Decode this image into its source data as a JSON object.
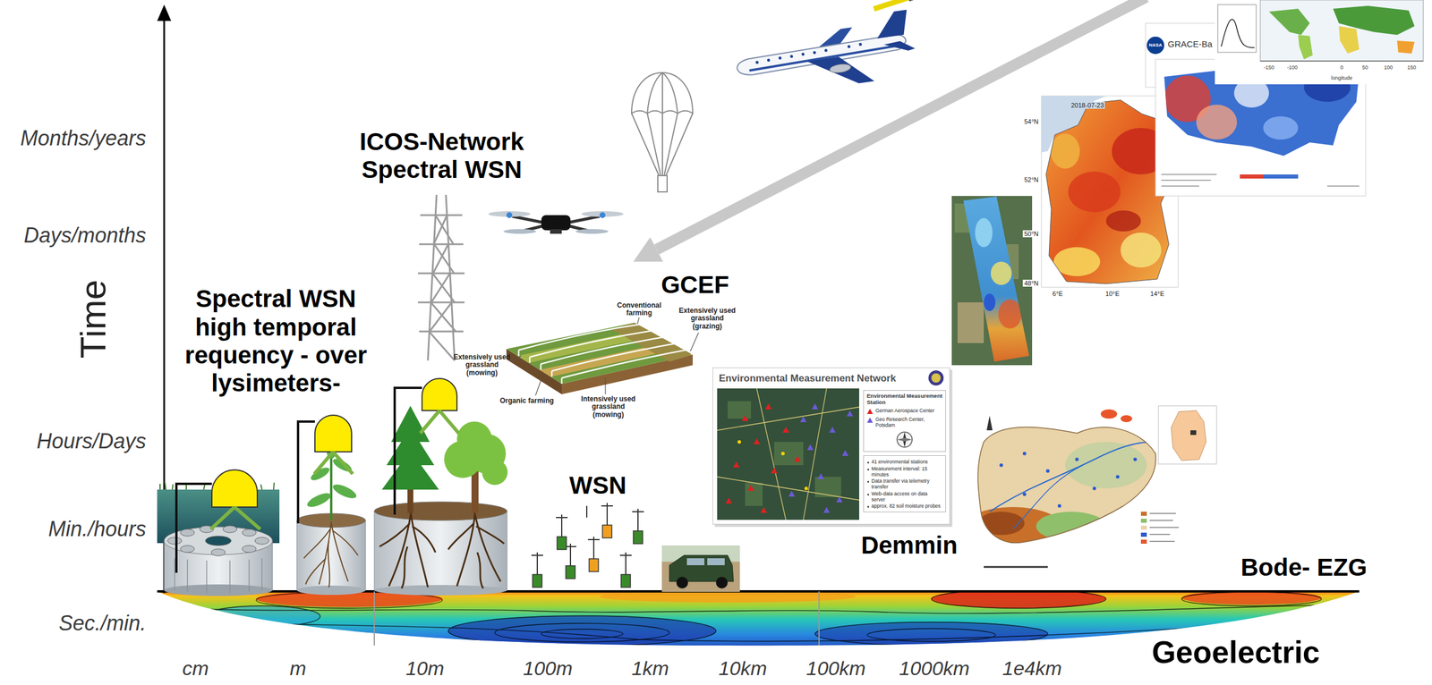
{
  "diagram": {
    "nodes": [
      {
        "text": [
          "Environmental Measurement Network"
        ]
      },
      {
        "text": [
          "Environmental Measurement Station"
        ],
        "in": 0
      },
      {
        "text": [
          "41 environmental stations",
          "Measurement interval: 15 minutes",
          "Data transfer via telemetry transfer",
          "Web-data access on data server",
          "approx. 82 soil moisture probes"
        ],
        "in": 0
      }
    ],
    "labels": [
      "Months/years",
      "Days/months",
      "Hours/Days",
      "Min./hours",
      "Sec./min.",
      "Time",
      "cm",
      "m",
      "10m",
      "100m",
      "1km",
      "10km",
      "100km",
      "1000km",
      "1e4km",
      "ICOS-Network Spectral WSN",
      "Spectral WSN high temporal requency - over lysimeters-",
      "GCEF",
      "Conventional farming",
      "Extensively used grassland (grazing)",
      "Extensively used grassland (mowing)",
      "Organic farming",
      "Intensively used grassland (mowing)",
      "WSN",
      "Demmin",
      "Bode- EZG",
      "Geoelectric",
      "NASA",
      "GRACE-Ba",
      "2018-07-23",
      "54°N",
      "52°N",
      "50°N",
      "48°N",
      "6°E",
      "10°E",
      "14°E",
      "-150",
      "-100",
      "0",
      "50",
      "100",
      "150",
      "longitude"
    ],
    "legend": [
      {
        "text": "German Aerospace Center",
        "color": "#e02020"
      },
      {
        "text": "Geo Research Center, Potsdam",
        "color": "#6b5bd6"
      }
    ]
  }
}
